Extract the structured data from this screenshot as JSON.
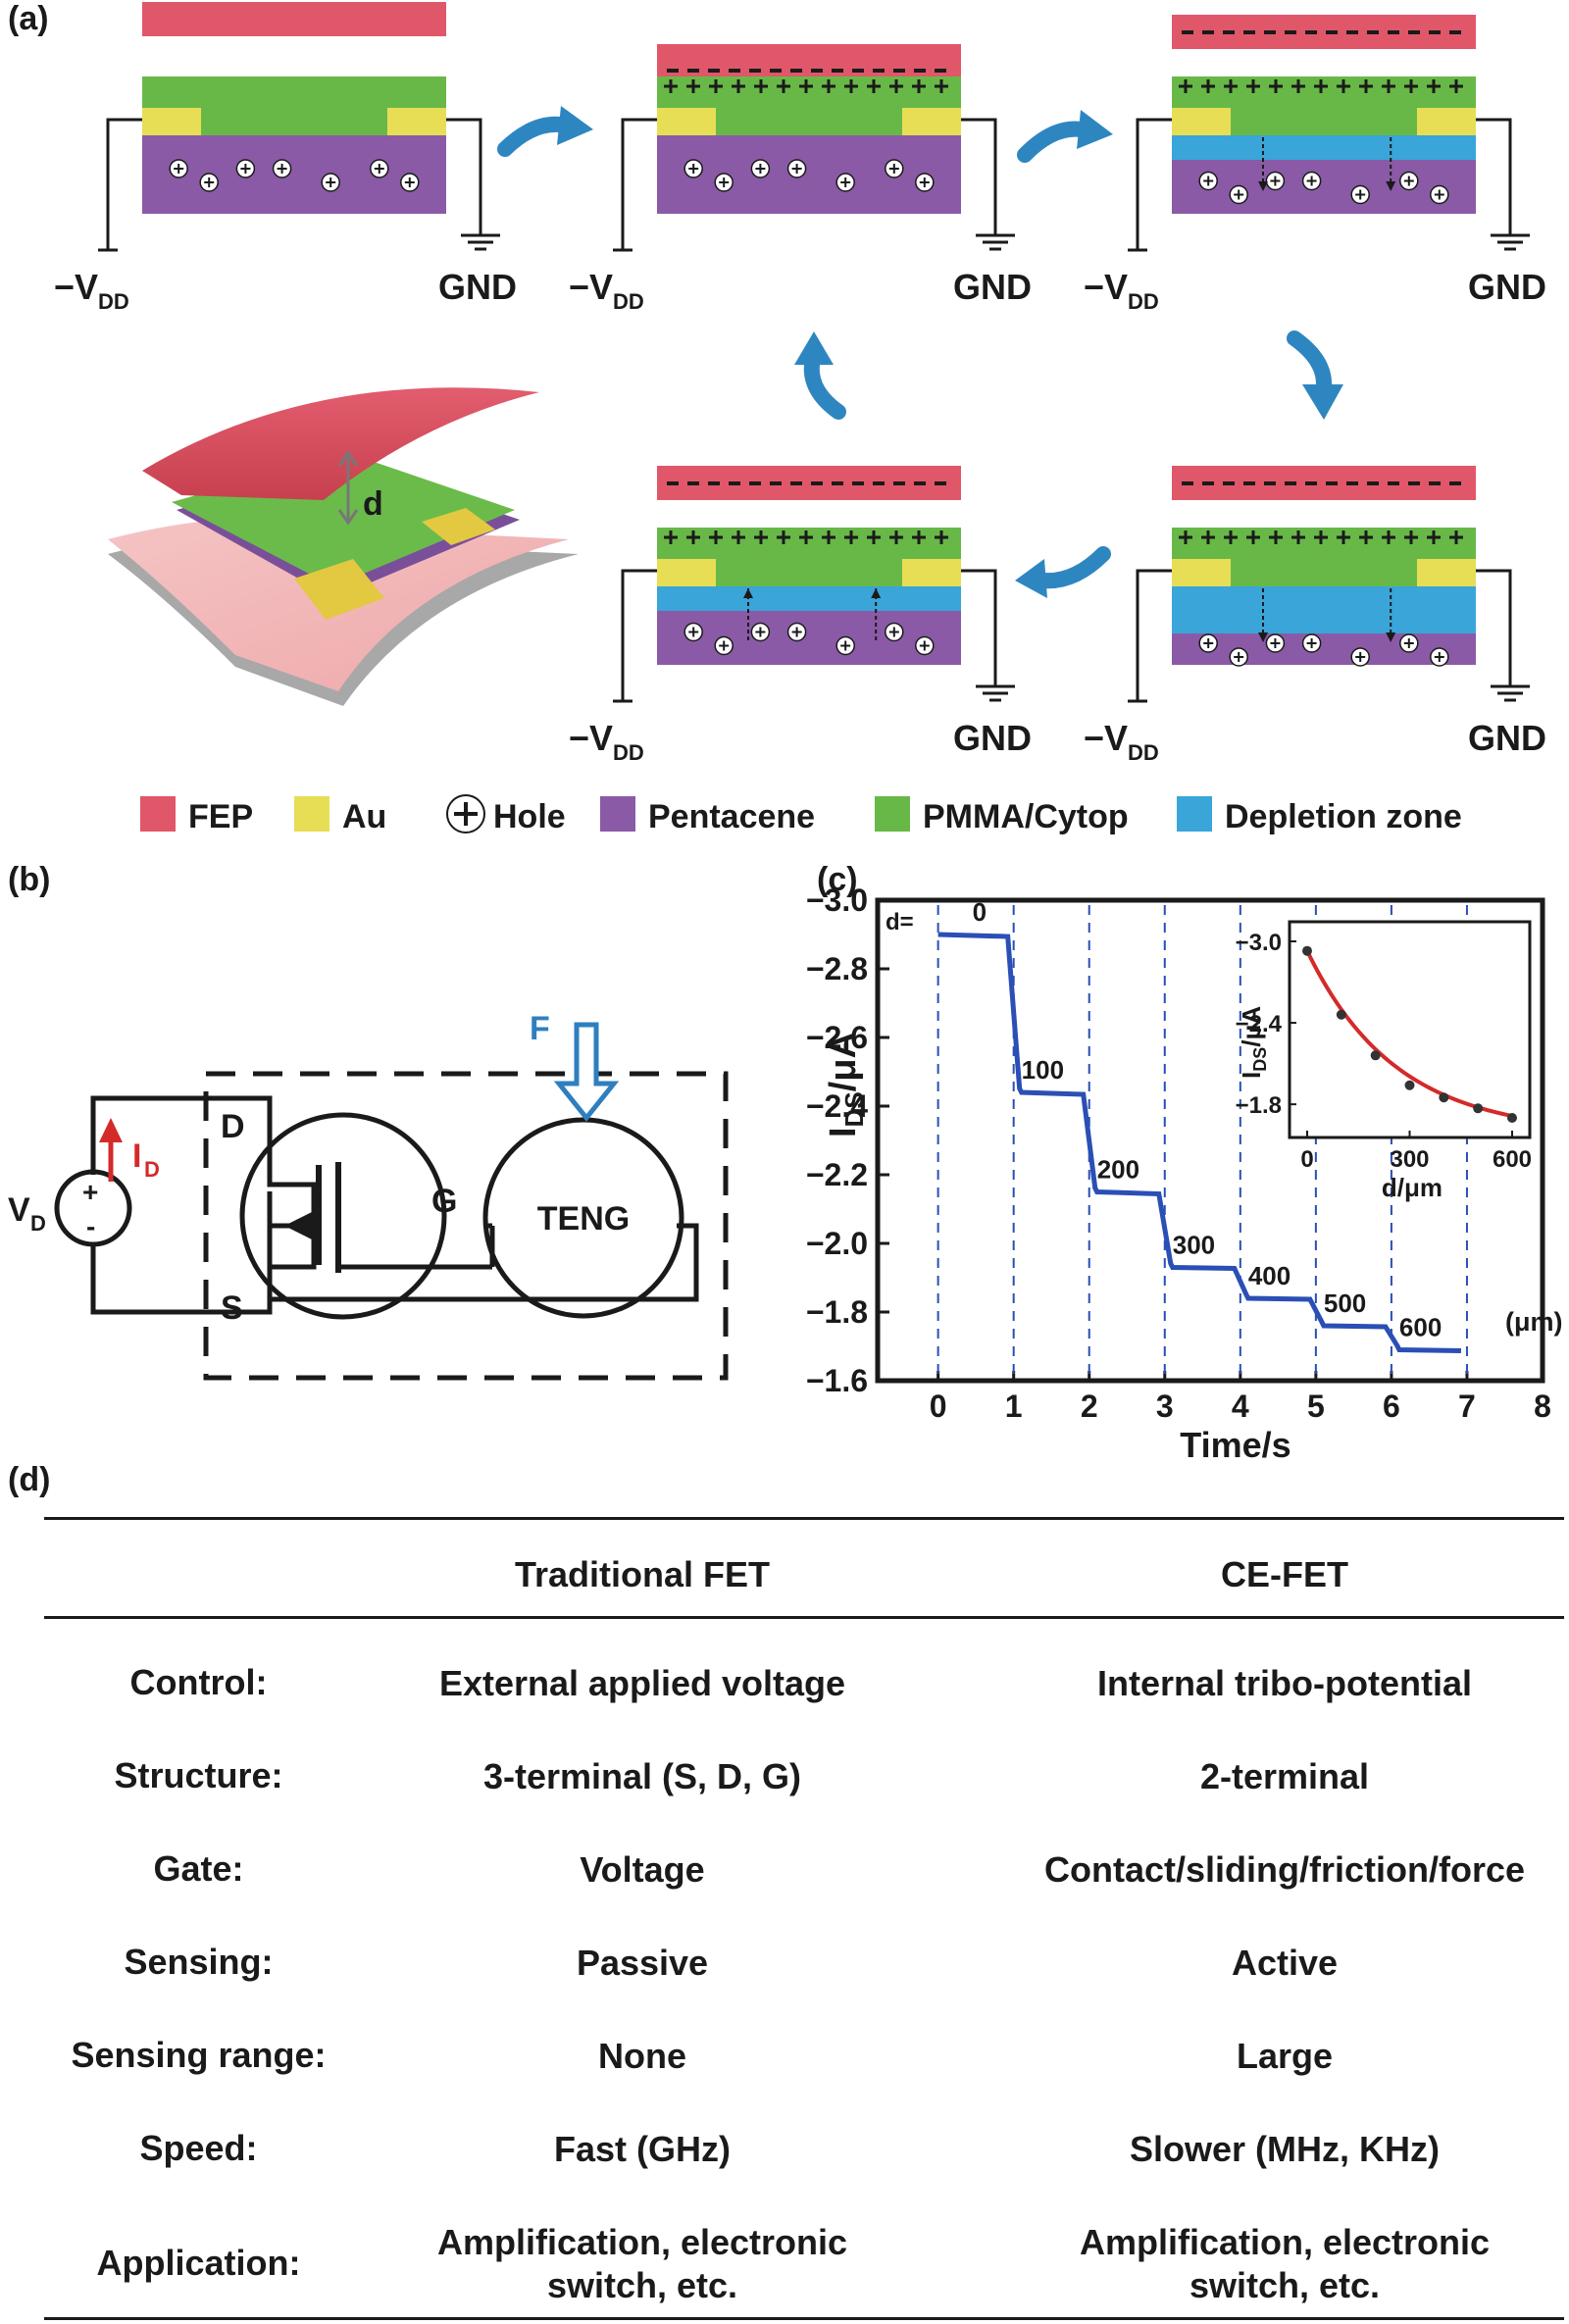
{
  "panel_labels": {
    "a": "(a)",
    "b": "(b)",
    "c": "(c)",
    "d": "(d)"
  },
  "panel_a": {
    "supply_label": "−V",
    "supply_sub": "DD",
    "ground_label": "GND",
    "distance_label": "d",
    "legend": [
      {
        "name": "FEP",
        "color": "#e0576a"
      },
      {
        "name": "Au",
        "color": "#e8de55"
      },
      {
        "name": "Hole",
        "color": "#ffffff"
      },
      {
        "name": "Pentacene",
        "color": "#8a5aa6"
      },
      {
        "name": "PMMA/Cytop",
        "color": "#68b848"
      },
      {
        "name": "Depletion zone",
        "color": "#3aa5d8"
      }
    ],
    "arrow_color": "#2e86c1"
  },
  "panel_b": {
    "force_label": "F",
    "current_label": "I",
    "current_sub": "D",
    "voltage_label": "V",
    "voltage_sub": "D",
    "drain_label": "D",
    "source_label": "S",
    "gate_label": "G",
    "teng_label": "TENG",
    "plus": "+",
    "minus": "-"
  },
  "chart_data": {
    "type": "line",
    "main": {
      "ylabel_main": "I",
      "ylabel_sub": "DS",
      "ylabel_unit": "/μA",
      "xlabel": "Time/s",
      "xlim": [
        -0.8,
        8
      ],
      "ylim": [
        -1.6,
        -3.0
      ],
      "xticks": [
        "0",
        "1",
        "2",
        "3",
        "4",
        "5",
        "6",
        "7",
        "8"
      ],
      "yticks": [
        "−3.0",
        "−2.8",
        "−2.6",
        "−2.4",
        "−2.2",
        "−2.0",
        "−1.8",
        "−1.6"
      ],
      "d_prefix": "d=",
      "unit_label": "(μm)",
      "steps": [
        {
          "t0": 0,
          "t1": 1,
          "y": -2.9,
          "label": "0"
        },
        {
          "t0": 1,
          "t1": 2,
          "y": -2.44,
          "label": "100"
        },
        {
          "t0": 2,
          "t1": 3,
          "y": -2.15,
          "label": "200"
        },
        {
          "t0": 3,
          "t1": 4,
          "y": -1.93,
          "label": "300"
        },
        {
          "t0": 4,
          "t1": 5,
          "y": -1.84,
          "label": "400"
        },
        {
          "t0": 5,
          "t1": 6,
          "y": -1.76,
          "label": "500"
        },
        {
          "t0": 6,
          "t1": 7,
          "y": -1.69,
          "label": "600"
        }
      ],
      "line_color": "#2a4fb5"
    },
    "inset": {
      "xlabel": "d/μm",
      "ylabel_main": "I",
      "ylabel_sub": "DS",
      "ylabel_unit": "/μA",
      "xticks": [
        "0",
        "300",
        "600"
      ],
      "yticks": [
        "−3.0",
        "−2.4",
        "−1.8"
      ],
      "x": [
        0,
        100,
        200,
        300,
        400,
        500,
        600
      ],
      "y": [
        -2.93,
        -2.46,
        -2.16,
        -1.94,
        -1.85,
        -1.77,
        -1.7
      ],
      "fit_color": "#d42a2a"
    }
  },
  "table": {
    "headers": [
      "",
      "Traditional FET",
      "CE-FET"
    ],
    "rows": [
      {
        "label": "Control:",
        "trad": [
          "External applied voltage"
        ],
        "ce": [
          "Internal tribo-potential"
        ]
      },
      {
        "label": "Structure:",
        "trad": [
          "3-terminal (S, D, G)"
        ],
        "ce": [
          "2-terminal"
        ]
      },
      {
        "label": "Gate:",
        "trad": [
          "Voltage"
        ],
        "ce": [
          "Contact/sliding/friction/force"
        ]
      },
      {
        "label": "Sensing:",
        "trad": [
          "Passive"
        ],
        "ce": [
          "Active"
        ]
      },
      {
        "label": "Sensing range:",
        "trad": [
          "None"
        ],
        "ce": [
          "Large"
        ]
      },
      {
        "label": "Speed:",
        "trad": [
          "Fast (GHz)"
        ],
        "ce": [
          "Slower (MHz, KHz)"
        ]
      },
      {
        "label": "Application:",
        "trad": [
          "Amplification, electronic",
          "switch, etc."
        ],
        "ce": [
          "Amplification, electronic",
          "switch, etc."
        ]
      }
    ]
  }
}
